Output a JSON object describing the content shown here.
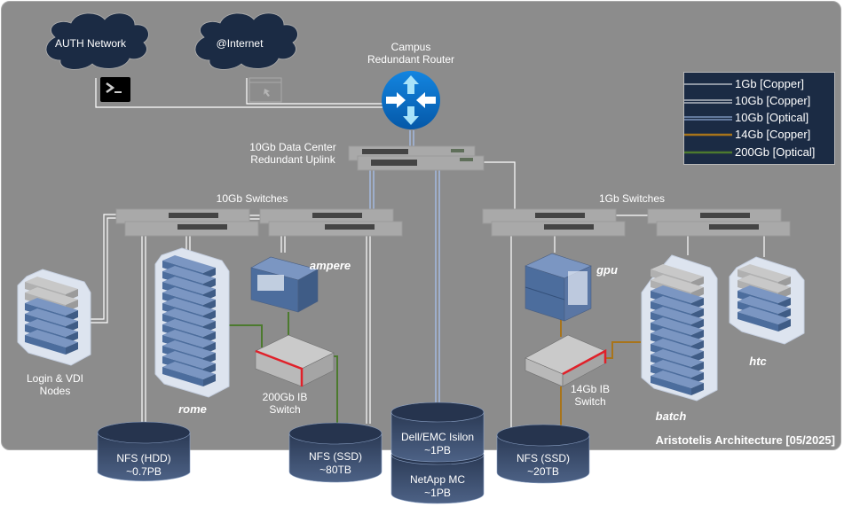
{
  "title": "Aristotelis Architecture [05/2025]",
  "clouds": {
    "auth": {
      "label": "AUTH Network",
      "icon": "terminal-icon"
    },
    "internet": {
      "label": "@Internet",
      "icon": "browser-window-icon"
    }
  },
  "router": {
    "label_line1": "Campus",
    "label_line2": "Redundant Router",
    "icon": "router-icon"
  },
  "uplink": {
    "label_line1": "10Gb Data Center",
    "label_line2": "Redundant Uplink"
  },
  "switch_groups": {
    "ten_gb": "10Gb Switches",
    "one_gb": "1Gb Switches"
  },
  "nodes": {
    "login": {
      "line1": "Login & VDI",
      "line2": "Nodes"
    },
    "rome": "rome",
    "ampere": "ampere",
    "gpu": "gpu",
    "batch": "batch",
    "htc": "htc"
  },
  "ib_switches": {
    "ib200": {
      "line1": "200Gb IB",
      "line2": "Switch"
    },
    "ib14": {
      "line1": "14Gb IB",
      "line2": "Switch"
    }
  },
  "storage": [
    {
      "name": "NFS (HDD)",
      "capacity": "~0.7PB"
    },
    {
      "name": "NFS (SSD)",
      "capacity": "~80TB"
    },
    {
      "name": "Dell/EMC Isilon",
      "capacity": "~1PB"
    },
    {
      "name": "NetApp MC",
      "capacity": "~1PB"
    },
    {
      "name": "NFS (SSD)",
      "capacity": "~20TB"
    }
  ],
  "legend": [
    {
      "label": "1Gb [Copper]",
      "color": "#ffffff",
      "style": "single"
    },
    {
      "label": "10Gb [Copper]",
      "color": "#ffffff",
      "style": "double"
    },
    {
      "label": "10Gb [Optical]",
      "color": "#a9c4f5",
      "style": "double"
    },
    {
      "label": "14Gb [Copper]",
      "color": "#a8741a",
      "style": "thick"
    },
    {
      "label": "200Gb [Optical]",
      "color": "#4c7a2e",
      "style": "thick"
    }
  ],
  "colors": {
    "background": "#8c8c8c",
    "cloud": "#1b2b44",
    "legend_bg": "#1b2b44",
    "router": "#0a6fc9",
    "server_blue": "#4c6d9d",
    "ib_red": "#e0212a",
    "copper_14": "#a8741a",
    "optical_200": "#4c7a2e",
    "optical_10": "#a9c4f5"
  }
}
